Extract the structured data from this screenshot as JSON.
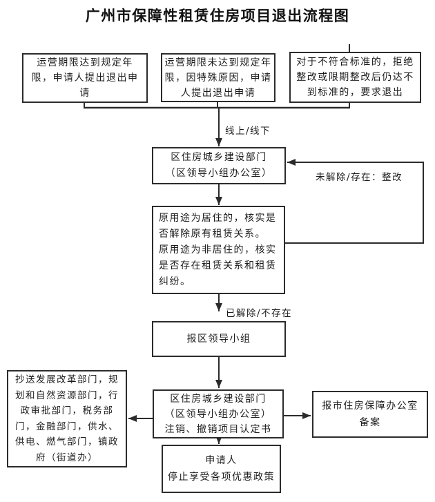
{
  "title": "广州市保障性租赁住房项目退出流程图",
  "colors": {
    "background": "#ffffff",
    "line": "#2b2b2b",
    "border": "#2b2b2b",
    "text": "#1c1c1c"
  },
  "nodes": {
    "reach_term": "运营期限达到规定年\n限，申请人提出退出申\n请",
    "not_reach_term": "运营期限未达到规定年\n限，因特殊原因，申请\n人提出退出申请",
    "not_meet_standard": "对于不符合标准的，拒绝\n整改或限期整改后仍达不\n到标准的，要求退出",
    "district_dept": "区住房城乡建设部门\n（区领导小组办公室）",
    "verify_lease": "原用途为居住的，核实是\n否解除原有租赁关系。\n原用途为非居住的，核实\n是否存在租赁关系和租赁\n纠纷。",
    "report_lead_group": "报区领导小组",
    "cancel_certificate": "区住房城乡建设部门\n（区领导小组办公室）\n注销、撤销项目认定书",
    "copy_to_departments": "抄送发展改革部门，规\n划和自然资源部门，行\n政审批部门，税务部\n门，金融部门，供水、\n供电、燃气部门，镇政\n府（街道办）",
    "city_filing": "报市住房保障办公室\n备案",
    "applicant_stop": "申请人\n停止享受各项优惠政策"
  },
  "edge_labels": {
    "channel": "线上/线下",
    "not_resolved": "未解除/存在：整改",
    "resolved": "已解除/不存在"
  }
}
